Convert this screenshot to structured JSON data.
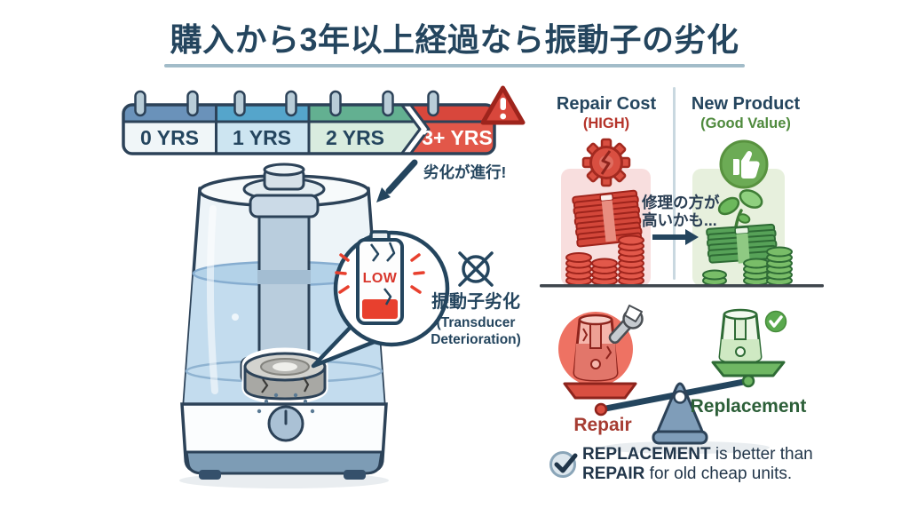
{
  "title": "購入から3年以上経過なら振動子の劣化",
  "timeline": {
    "segments": [
      {
        "label": "0 YRS"
      },
      {
        "label": "1 YRS"
      },
      {
        "label": "2 YRS"
      },
      {
        "label": "3+ YRS"
      }
    ],
    "progress_note": "劣化が進行!"
  },
  "callout": {
    "battery_text": "LOW",
    "label_jp": "振動子劣化",
    "label_en_line1": "(Transducer",
    "label_en_line2": "Deterioration)"
  },
  "cost_compare": {
    "left_title": "Repair Cost",
    "left_subtitle": "(HIGH)",
    "right_title": "New Product",
    "right_subtitle": "(Good Value)",
    "note_line1": "修理の方が",
    "note_line2": "高いかも..."
  },
  "scale": {
    "left_label": "Repair",
    "right_label": "Replacement"
  },
  "conclusion": {
    "bold1": "REPLACEMENT",
    "rest1": " is better than",
    "bold2": "REPAIR",
    "rest2": " for old cheap units."
  },
  "colors": {
    "navy": "#24455e",
    "alert_red": "#d8473c",
    "good_green": "#5aa94e",
    "steel_blue": "#7f9db9"
  }
}
